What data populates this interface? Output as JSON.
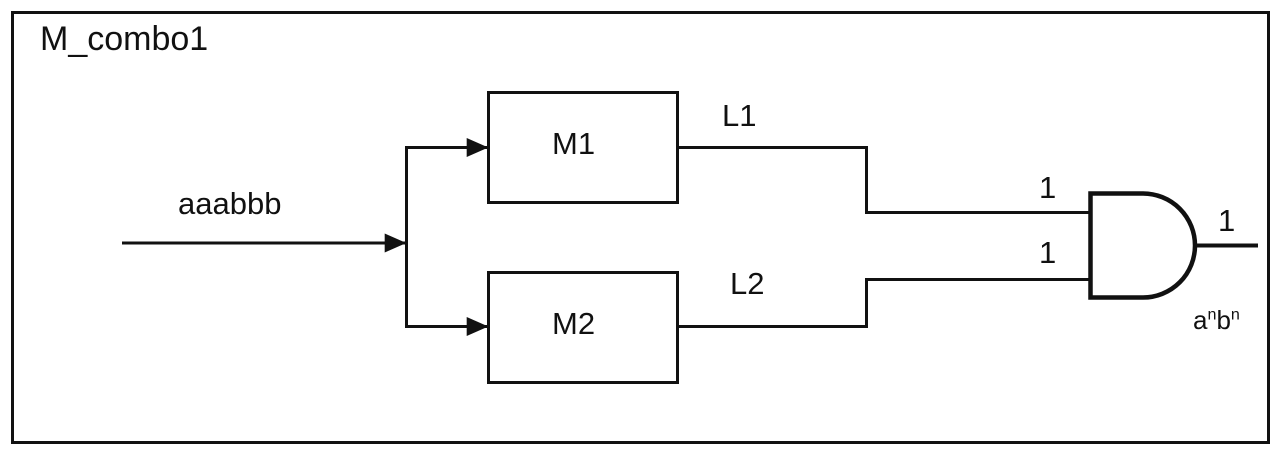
{
  "diagram": {
    "title": "M_combo1",
    "type": "block-diagram",
    "input": {
      "label": "aaabbb"
    },
    "blocks": [
      {
        "id": "m1",
        "label": "M1"
      },
      {
        "id": "m2",
        "label": "M2"
      }
    ],
    "wires": [
      {
        "id": "l1",
        "label": "L1",
        "from": "m1",
        "to": "and-gate-input-top"
      },
      {
        "id": "l2",
        "label": "L2",
        "from": "m2",
        "to": "and-gate-input-bottom"
      }
    ],
    "gate": {
      "type": "and-gate",
      "input_top_value": "1",
      "input_bottom_value": "1",
      "output_value": "1",
      "output_label": "a<sup>n</sup>b<sup>n</sup>",
      "output_label_plain": "anbn"
    },
    "colors": {
      "stroke": "#111111",
      "background": "#ffffff",
      "text": "#111111"
    }
  }
}
